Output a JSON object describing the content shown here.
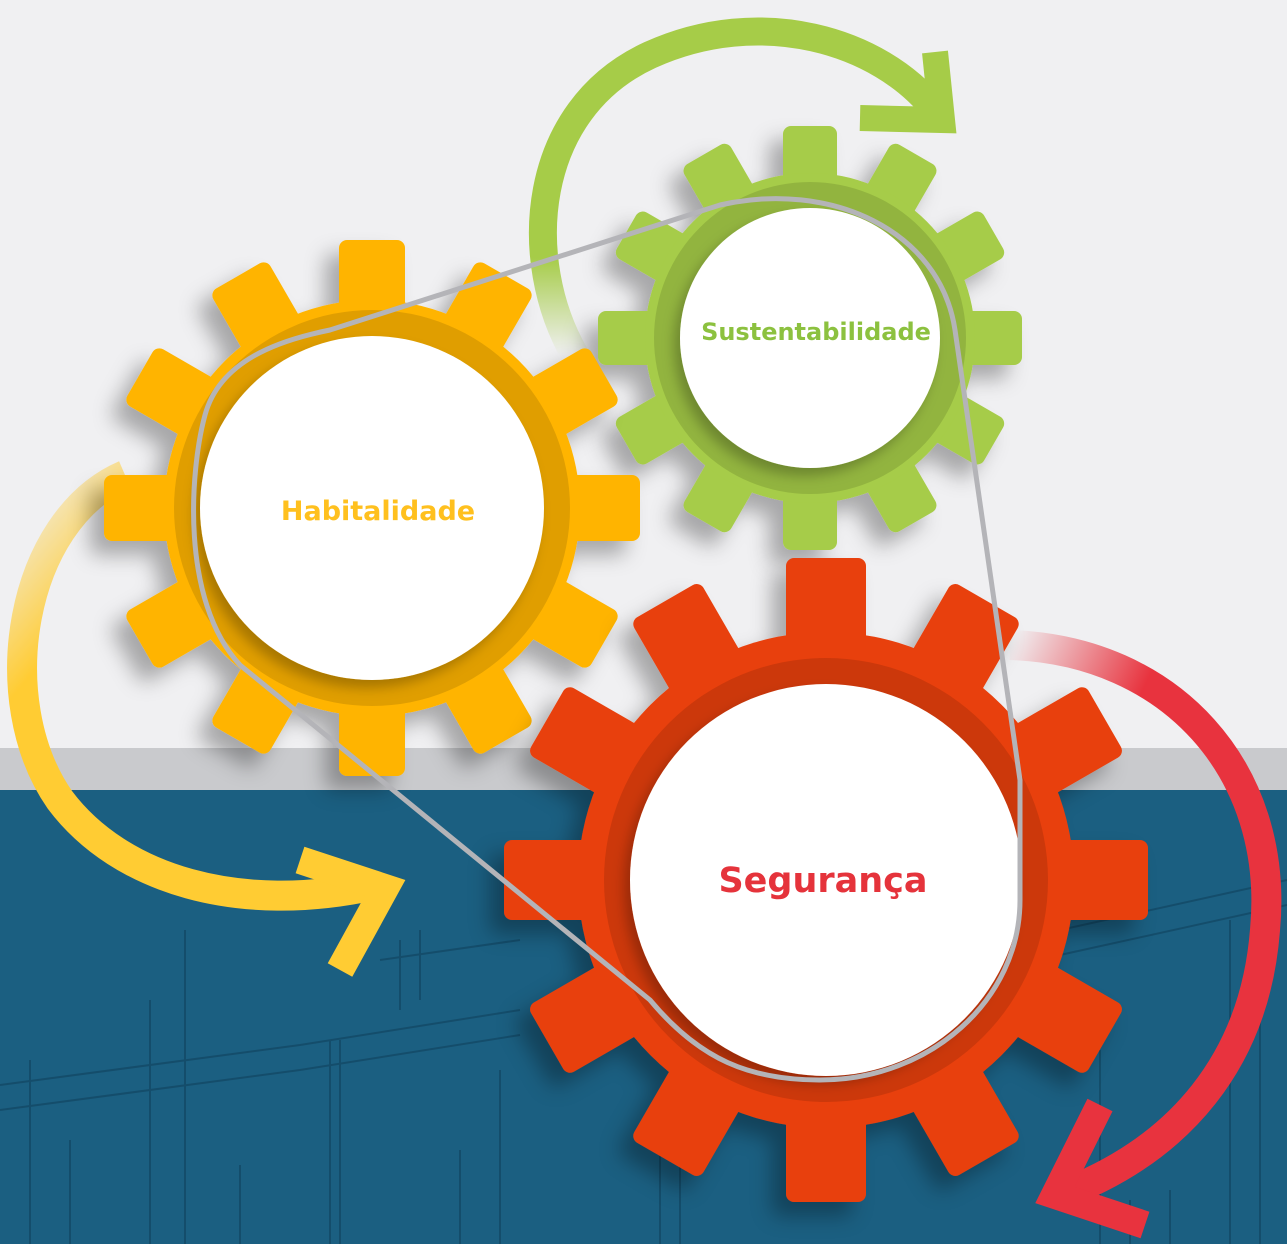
{
  "diagram": {
    "gears": [
      {
        "id": "habitalidade",
        "label": "Habitalidade",
        "color": "#ffb400",
        "text_color": "#ffc01e"
      },
      {
        "id": "sustentabilidade",
        "label": "Sustentabilidade",
        "color": "#a6cc48",
        "text_color": "#8cc13f"
      },
      {
        "id": "seguranca",
        "label": "Segurança",
        "color": "#e8400c",
        "text_color": "#e5333b"
      }
    ],
    "arrows": [
      {
        "id": "yellow-arrow",
        "color": "#ffcc33"
      },
      {
        "id": "green-arrow",
        "color": "#a6cc48"
      },
      {
        "id": "red-arrow",
        "color": "#e8333e"
      }
    ],
    "belt_color": "#b4b4b8",
    "background": {
      "top": "#f0f0f2",
      "stripe": "#c9cacd",
      "bottom": "#1b5f81"
    }
  }
}
